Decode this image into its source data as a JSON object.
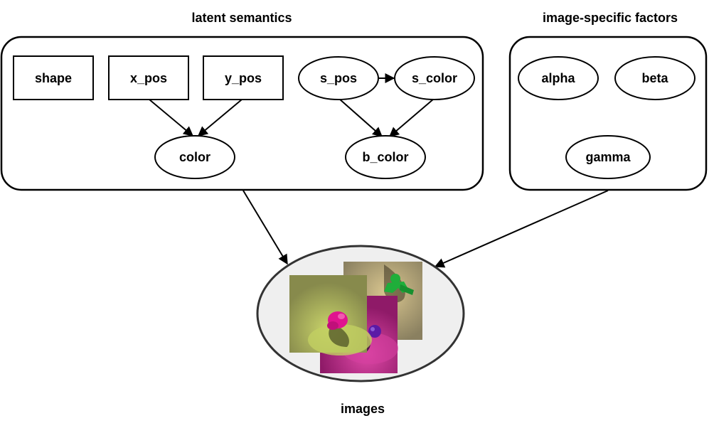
{
  "groups": {
    "latent": {
      "title": "latent semantics"
    },
    "image_specific": {
      "title": "image-specific factors"
    },
    "images": {
      "title": "images"
    }
  },
  "nodes": {
    "shape": "shape",
    "x_pos": "x_pos",
    "y_pos": "y_pos",
    "s_pos": "s_pos",
    "s_color": "s_color",
    "color": "color",
    "b_color": "b_color",
    "alpha": "alpha",
    "beta": "beta",
    "gamma": "gamma"
  },
  "sample_images": [
    {
      "name": "rear-image",
      "bg": "#b9aa82",
      "floor": "#8f8560",
      "object": "#1fae3a",
      "object_name": "green-humanoid-object"
    },
    {
      "name": "middle-image",
      "bg": "#9e1e73",
      "floor": "#d0349a",
      "object": "#5b1aa6",
      "object_name": "purple-sphere-object"
    },
    {
      "name": "front-image",
      "bg": "#878a4c",
      "floor": "#b4bf5a",
      "object": "#e0148f",
      "object_name": "pink-head-object"
    }
  ],
  "colors": {
    "stroke": "#000000",
    "images_ellipse_fill": "#efefef",
    "images_ellipse_stroke": "#333333"
  }
}
